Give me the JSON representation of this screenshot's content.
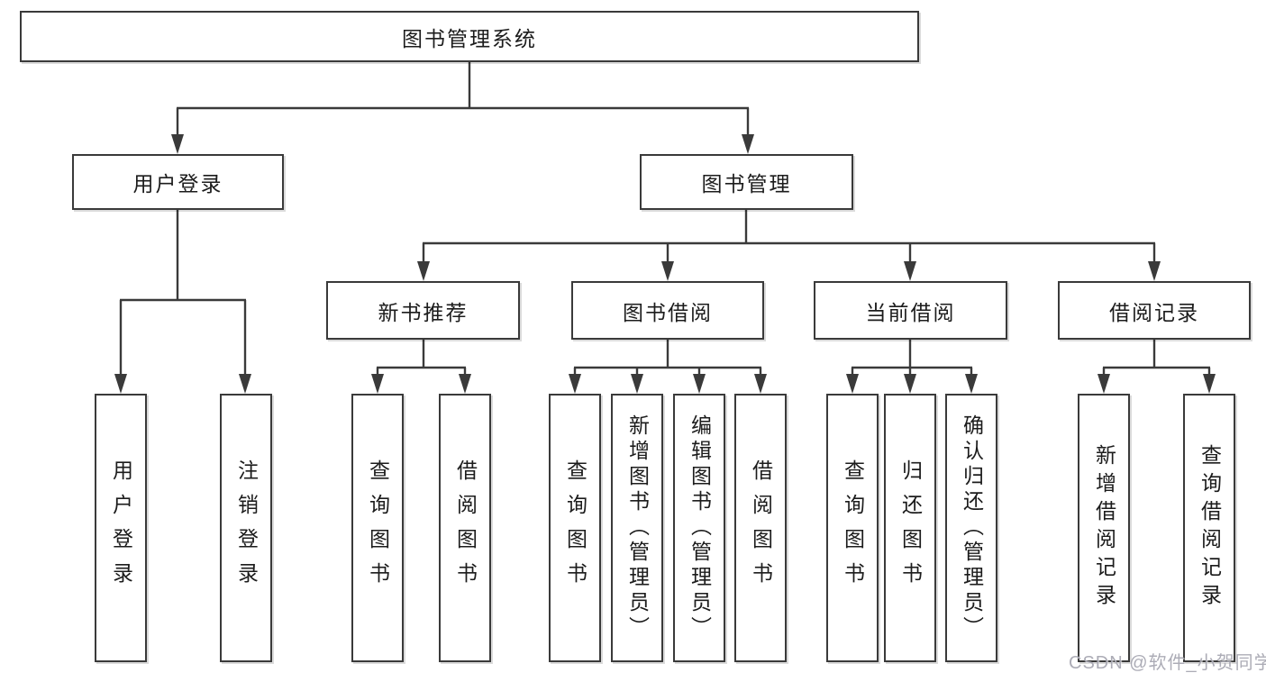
{
  "page": {
    "background": "#ffffff",
    "line_color": "#3a3a3a",
    "box_border_color": "#3a3a3a",
    "text_color": "#1c1c1c",
    "watermark_color": "#a8a8b2"
  },
  "diagram": {
    "root": {
      "label": "图书管理系统"
    },
    "level2": [
      {
        "label": "用户登录"
      },
      {
        "label": "图书管理"
      }
    ],
    "level3": [
      {
        "label": "新书推荐"
      },
      {
        "label": "图书借阅"
      },
      {
        "label": "当前借阅"
      },
      {
        "label": "借阅记录"
      }
    ],
    "leaves": {
      "user_login": [
        "用户登录",
        "注销登录"
      ],
      "new_book": [
        "查询图书",
        "借阅图书"
      ],
      "book_borrow": [
        "查询图书",
        "新增图书（管理员）",
        "编辑图书（管理员）",
        "借阅图书"
      ],
      "current_borrow": [
        "查询图书",
        "归还图书",
        "确认归还（管理员）"
      ],
      "borrow_records": [
        "新增借阅记录",
        "查询借阅记录"
      ]
    }
  },
  "watermark": {
    "text": "CSDN @软件_小贺同学"
  }
}
